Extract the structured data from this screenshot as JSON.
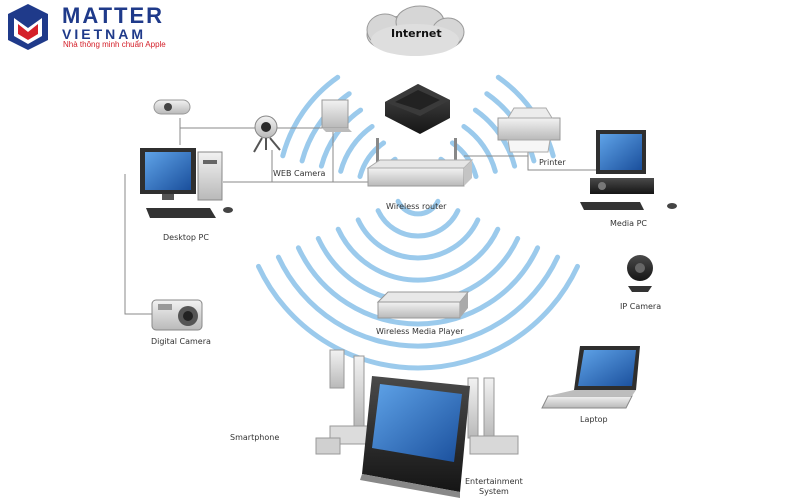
{
  "brand": {
    "name_line1": "MATTER",
    "name_line2": "VIETNAM",
    "tagline": "Nhà thông minh chuẩn Apple",
    "colors": {
      "blue": "#1f3a8a",
      "red": "#d4202a"
    }
  },
  "internet_label": "Internet",
  "devices": {
    "web_camera": "WEB Camera",
    "wireless_router": "Wireless router",
    "printer": "Printer",
    "desktop_pc": "Desktop PC",
    "media_pc": "Media PC",
    "ip_camera": "IP Camera",
    "digital_camera": "Digital Camera",
    "wireless_media_player": "Wireless Media Player",
    "smartphone": "Smartphone",
    "laptop": "Laptop",
    "entertainment_line1": "Entertainment",
    "entertainment_line2": "System"
  },
  "colors": {
    "wave": "#7ab8e6",
    "line": "#8a8a8a",
    "screen": "#1e5aa8",
    "device_dark": "#2b2b2b",
    "device_light": "#d9d9d9"
  }
}
